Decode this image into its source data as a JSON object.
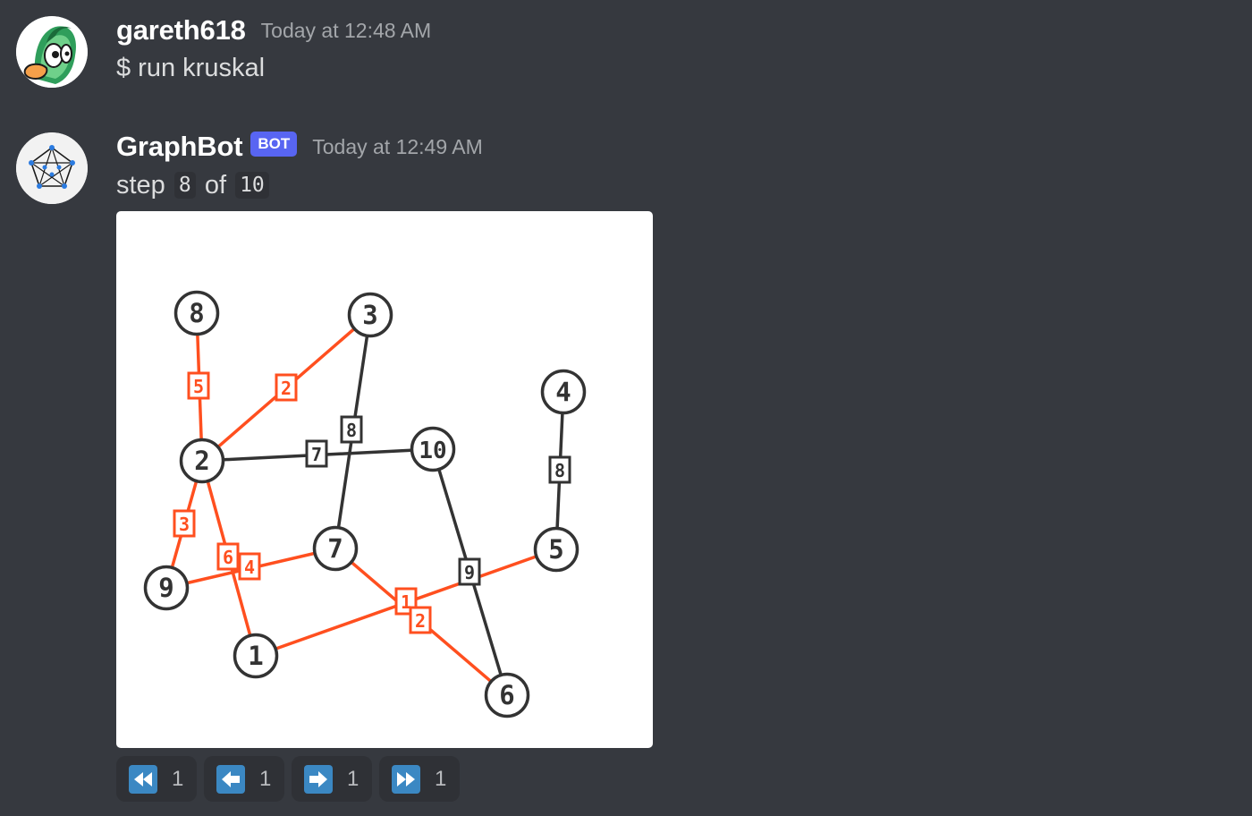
{
  "messages": [
    {
      "username": "gareth618",
      "timestamp": "Today at 12:48 AM",
      "text": "$ run kruskal"
    },
    {
      "username": "GraphBot",
      "badge": "BOT",
      "timestamp": "Today at 12:49 AM",
      "step_prefix": "step",
      "step_current": "8",
      "step_of": "of",
      "step_total": "10"
    }
  ],
  "graph": {
    "nodes": [
      "1",
      "2",
      "3",
      "4",
      "5",
      "6",
      "7",
      "8",
      "9",
      "10"
    ],
    "edges": [
      {
        "from": "8",
        "to": "2",
        "weight": "5",
        "selected": true
      },
      {
        "from": "2",
        "to": "3",
        "weight": "2",
        "selected": true
      },
      {
        "from": "3",
        "to": "7",
        "weight": "8",
        "selected": false
      },
      {
        "from": "2",
        "to": "10",
        "weight": "7",
        "selected": false
      },
      {
        "from": "4",
        "to": "5",
        "weight": "8",
        "selected": false
      },
      {
        "from": "2",
        "to": "9",
        "weight": "3",
        "selected": true
      },
      {
        "from": "2",
        "to": "1",
        "weight": "6",
        "selected": true
      },
      {
        "from": "9",
        "to": "7",
        "weight": "4",
        "selected": true
      },
      {
        "from": "10",
        "to": "6",
        "weight": "9",
        "selected": false
      },
      {
        "from": "1",
        "to": "5",
        "weight": "1",
        "selected": true
      },
      {
        "from": "7",
        "to": "6",
        "weight": "2",
        "selected": true
      }
    ],
    "colors": {
      "selected": "#ff4f1f",
      "unselected": "#333333",
      "node_fill": "#ffffff",
      "node_stroke": "#333333"
    }
  },
  "reactions": [
    {
      "icon": "rewind-icon",
      "count": "1"
    },
    {
      "icon": "arrow-left-icon",
      "count": "1"
    },
    {
      "icon": "arrow-right-icon",
      "count": "1"
    },
    {
      "icon": "fast-forward-icon",
      "count": "1"
    }
  ],
  "colors": {
    "background": "#36393f",
    "bot_badge": "#5865f2",
    "reaction_bg": "#2f3136",
    "reaction_icon": "#3b88c3"
  }
}
